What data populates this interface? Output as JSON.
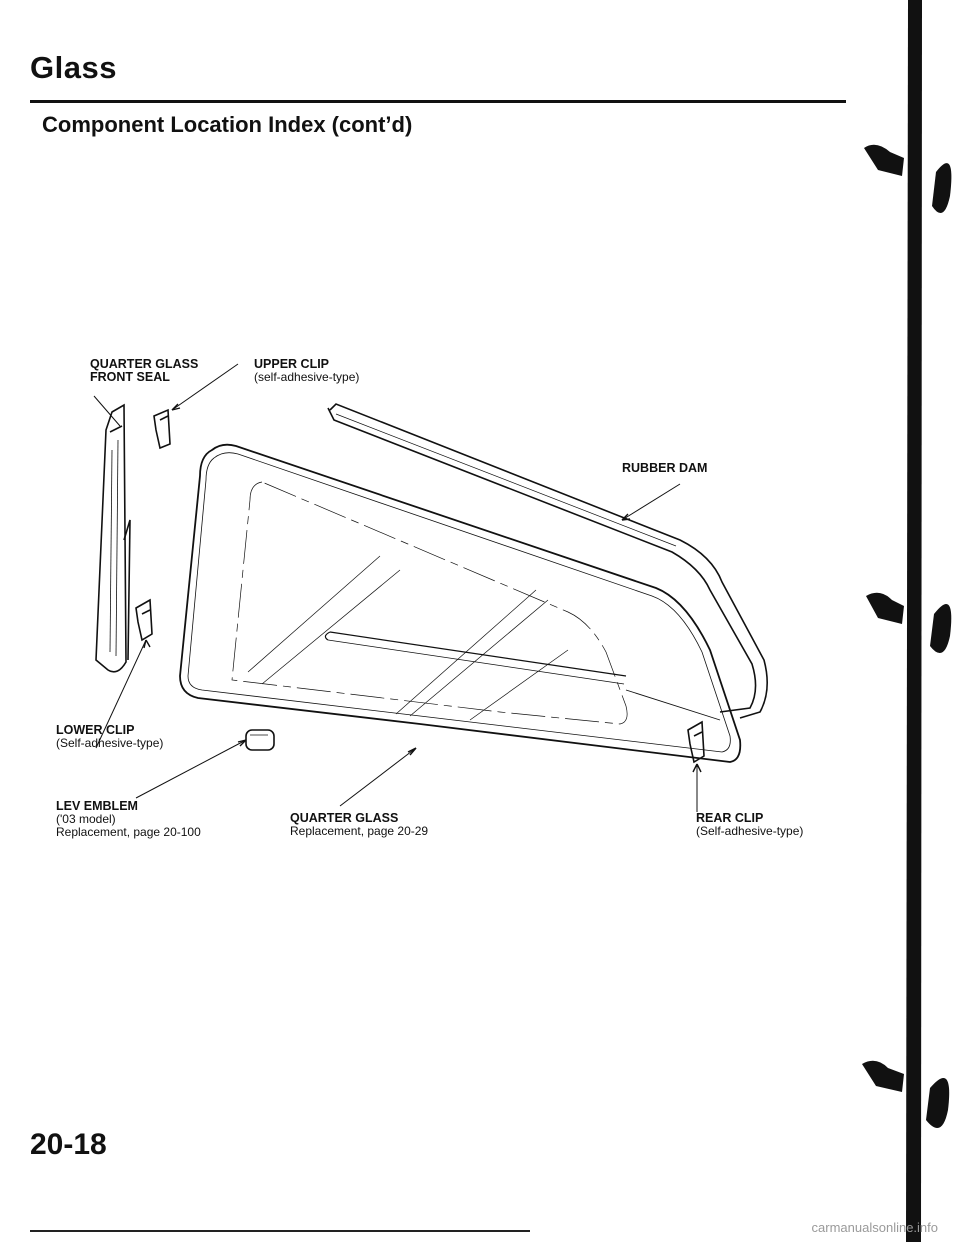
{
  "header": {
    "title": "Glass",
    "subtitle": "Component Location Index (cont’d)"
  },
  "callouts": {
    "quarter_glass_front_seal": {
      "line1": "QUARTER GLASS",
      "line2": "FRONT SEAL"
    },
    "upper_clip": {
      "name": "UPPER CLIP",
      "note": "(self-adhesive-type)"
    },
    "rubber_dam": {
      "name": "RUBBER DAM"
    },
    "lower_clip": {
      "name": "LOWER CLIP",
      "note": "(Self-adhesive-type)"
    },
    "lev_emblem": {
      "name": "LEV EMBLEM",
      "note": "('03 model)",
      "ref": "Replacement, page 20-100"
    },
    "quarter_glass": {
      "name": "QUARTER GLASS",
      "ref": "Replacement, page 20-29"
    },
    "rear_clip": {
      "name": "REAR CLIP",
      "note": "(Self-adhesive-type)"
    }
  },
  "footer": {
    "page_number": "20-18",
    "watermark": "carmanualsonline.info"
  }
}
